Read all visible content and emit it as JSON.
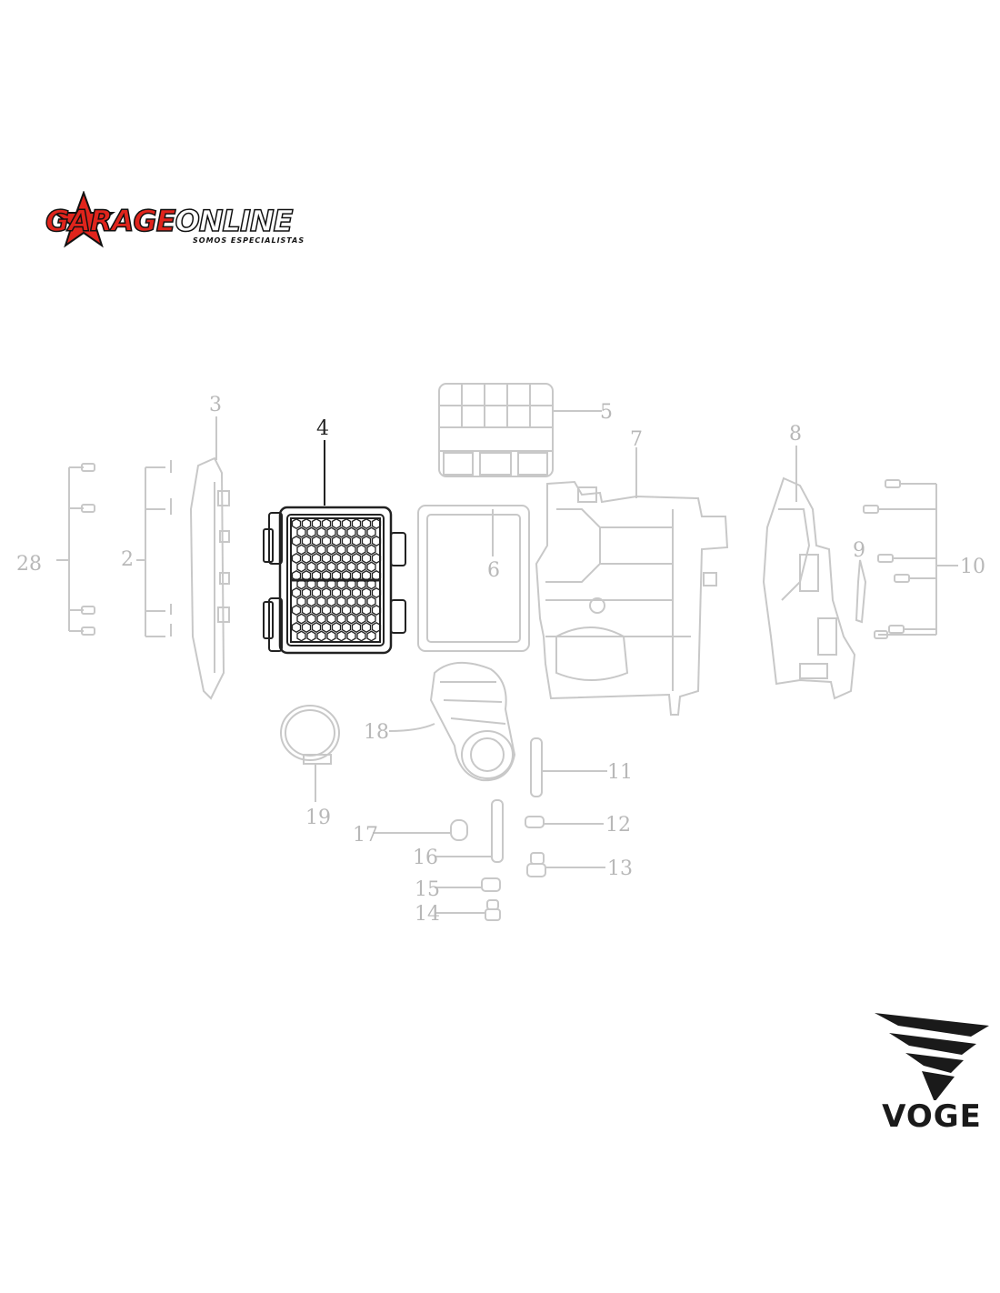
{
  "brand": {
    "garage_part1": "GARAGE",
    "garage_part2": "ONLINE",
    "garage_tagline": "SOMOS ESPECIALISTAS",
    "voge": "VOGE",
    "accent": "#e0241c"
  },
  "diagram": {
    "callouts": [
      {
        "id": "c28",
        "text": "28"
      },
      {
        "id": "c2",
        "text": "2"
      },
      {
        "id": "c3",
        "text": "3"
      },
      {
        "id": "c4",
        "text": "4"
      },
      {
        "id": "c5",
        "text": "5"
      },
      {
        "id": "c6",
        "text": "6"
      },
      {
        "id": "c7",
        "text": "7"
      },
      {
        "id": "c8",
        "text": "8"
      },
      {
        "id": "c9",
        "text": "9"
      },
      {
        "id": "c10",
        "text": "10"
      },
      {
        "id": "c11",
        "text": "11"
      },
      {
        "id": "c12",
        "text": "12"
      },
      {
        "id": "c13",
        "text": "13"
      },
      {
        "id": "c14",
        "text": "14"
      },
      {
        "id": "c15",
        "text": "15"
      },
      {
        "id": "c16",
        "text": "16"
      },
      {
        "id": "c17",
        "text": "17"
      },
      {
        "id": "c18",
        "text": "18"
      },
      {
        "id": "c19",
        "text": "19"
      }
    ],
    "highlight_part": "4",
    "line_color": "#c8c8c8",
    "highlight_color": "#222222"
  }
}
